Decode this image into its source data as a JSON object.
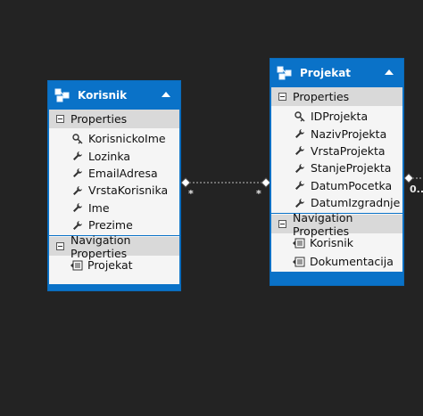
{
  "colors": {
    "canvas": "#232323",
    "entity_header": "#0a72c8",
    "section_header": "#d9d9d9",
    "body": "#f5f5f5",
    "connector": "#bdbdbd"
  },
  "entities": {
    "korisnik": {
      "title": "Korisnik",
      "properties_label": "Properties",
      "properties": [
        {
          "name": "KorisnickoIme",
          "icon": "key-icon"
        },
        {
          "name": "Lozinka",
          "icon": "wrench-icon"
        },
        {
          "name": "EmailAdresa",
          "icon": "wrench-icon"
        },
        {
          "name": "VrstaKorisnika",
          "icon": "wrench-icon"
        },
        {
          "name": "Ime",
          "icon": "wrench-icon"
        },
        {
          "name": "Prezime",
          "icon": "wrench-icon"
        }
      ],
      "navigation_label": "Navigation Properties",
      "navigation": [
        {
          "name": "Projekat",
          "icon": "navigation-property-icon"
        }
      ]
    },
    "projekat": {
      "title": "Projekat",
      "properties_label": "Properties",
      "properties": [
        {
          "name": "IDProjekta",
          "icon": "key-icon"
        },
        {
          "name": "NazivProjekta",
          "icon": "wrench-icon"
        },
        {
          "name": "VrstaProjekta",
          "icon": "wrench-icon"
        },
        {
          "name": "StanjeProjekta",
          "icon": "wrench-icon"
        },
        {
          "name": "DatumPocetka",
          "icon": "wrench-icon"
        },
        {
          "name": "DatumIzgradnje",
          "icon": "wrench-icon"
        }
      ],
      "navigation_label": "Navigation Properties",
      "navigation": [
        {
          "name": "Korisnik",
          "icon": "navigation-property-icon"
        },
        {
          "name": "Dokumentacija",
          "icon": "navigation-property-icon"
        }
      ]
    }
  },
  "associations": [
    {
      "from": "Korisnik",
      "to": "Projekat",
      "from_multiplicity": "*",
      "to_multiplicity": "*"
    },
    {
      "from": "Projekat",
      "to": "",
      "from_multiplicity": "0..",
      "to_multiplicity": ""
    }
  ]
}
